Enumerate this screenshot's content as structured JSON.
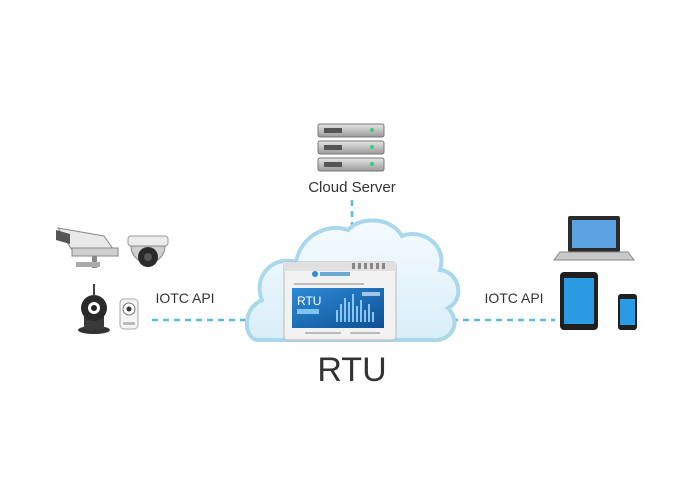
{
  "diagram": {
    "server_label": "Cloud Server",
    "center_label": "RTU",
    "left_link_label": "IOTC API",
    "right_link_label": "IOTC API",
    "device": {
      "title": "RTU",
      "model": "",
      "screen_text": ""
    }
  },
  "colors": {
    "cloud_edge": "#9fd3ea",
    "cloud_fill": "#eaf6fc",
    "link": "#5bbcd8",
    "device_screen": "#2f86c8"
  },
  "icons": [
    "server-rack-icon",
    "surveillance-camera-icon",
    "dome-camera-icon",
    "ptz-camera-icon",
    "cube-camera-icon",
    "laptop-icon",
    "tablet-icon",
    "smartphone-icon"
  ]
}
